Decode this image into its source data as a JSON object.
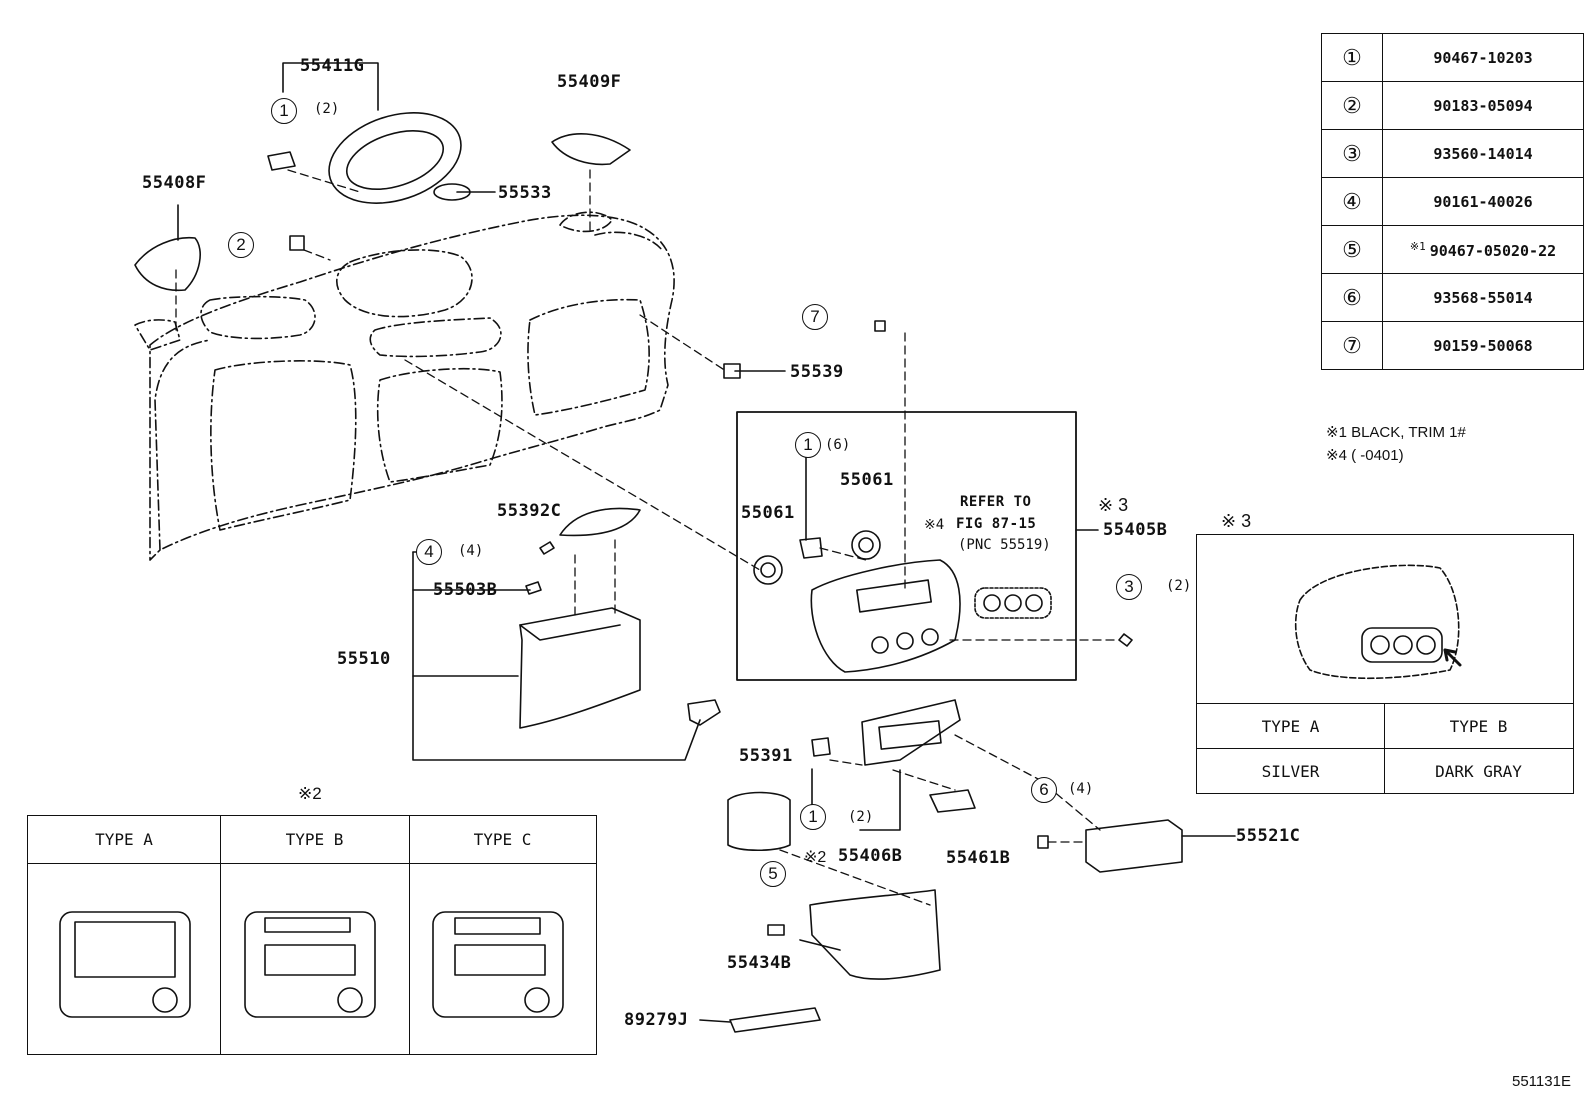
{
  "part_labels": {
    "p55411G": "55411G",
    "p55409F": "55409F",
    "p55408F": "55408F",
    "p55533": "55533",
    "p55539": "55539",
    "p55392C": "55392C",
    "p55503B": "55503B",
    "p55510": "55510",
    "p55061a": "55061",
    "p55061b": "55061",
    "p55405B": "55405B",
    "p55391": "55391",
    "p55406B": "55406B",
    "p55461B": "55461B",
    "p55521C": "55521C",
    "p55434B": "55434B",
    "p89279J": "89279J"
  },
  "callouts": {
    "c1_top": "1",
    "c1_top_qty": "(2)",
    "c2": "2",
    "c7": "7",
    "c1_mid": "1",
    "c1_mid_qty": "(6)",
    "c4": "4",
    "c4_qty": "(4)",
    "c3": "3",
    "c3_qty": "(2)",
    "c6": "6",
    "c6_qty": "(4)",
    "c1_low": "1",
    "c1_low_qty": "(2)",
    "c5": "5"
  },
  "notes": {
    "refer_line1": "REFER TO",
    "refer_line2": "FIG 87-15",
    "refer_mark": "※4",
    "refer_line3": "(PNC 55519)",
    "mark3_a": "※ 3",
    "mark3_b": "※ 3",
    "mark2_top": "※2",
    "mark2_low": "※2",
    "legend1": "※1  BLACK, TRIM 1#",
    "legend4": "※4  (       -0401)",
    "figure_id": "551131E"
  },
  "ref_table": [
    {
      "num": "①",
      "part": "90467-10203",
      "prefix": ""
    },
    {
      "num": "②",
      "part": "90183-05094",
      "prefix": ""
    },
    {
      "num": "③",
      "part": "93560-14014",
      "prefix": ""
    },
    {
      "num": "④",
      "part": "90161-40026",
      "prefix": ""
    },
    {
      "num": "⑤",
      "part": "90467-05020-22",
      "prefix": "※1"
    },
    {
      "num": "⑥",
      "part": "93568-55014",
      "prefix": ""
    },
    {
      "num": "⑦",
      "part": "90159-50068",
      "prefix": ""
    }
  ],
  "type_table_right": {
    "headers": [
      "TYPE  A",
      "TYPE  B"
    ],
    "values": [
      "SILVER",
      "DARK GRAY"
    ]
  },
  "type_table_bottom": {
    "headers": [
      "TYPE  A",
      "TYPE  B",
      "TYPE  C"
    ]
  }
}
